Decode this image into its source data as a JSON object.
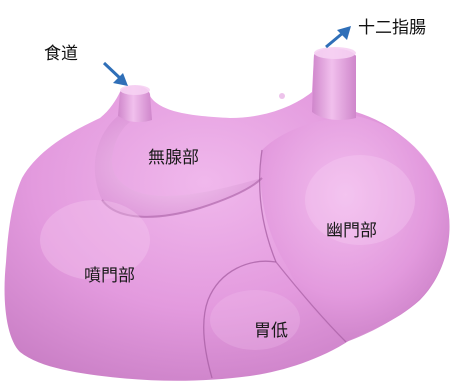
{
  "labels": {
    "esophagus": "食道",
    "duodenum": "十二指腸",
    "non_glandular": "無腺部",
    "pyloric": "幽門部",
    "cardiac": "噴門部",
    "fundic": "胃低"
  },
  "colors": {
    "tissue_main": "#dd90d8",
    "tissue_light": "#f3c4ef",
    "tissue_shadow": "#b86db4",
    "arrow": "#2f6fb8",
    "text": "#1a1a1a"
  }
}
